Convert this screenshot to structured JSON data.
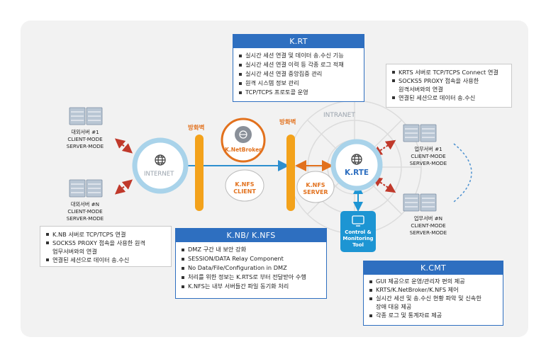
{
  "krt": {
    "title": "K.RT",
    "items": [
      "실시간 세션 연결 및 데이터 송.수신 기능",
      "실시간 세션 연결 이력 등 각종 로그 적재",
      "실시간 세션 연결 중앙집중 관리",
      "원격 시스템 정보 관리",
      "TCP/TCPS 프로토콜 운영"
    ]
  },
  "krts_note": {
    "items": [
      "KRTS 서버로 TCP/TCPS Connect 연결",
      "SOCKS5 PROXY 접속을 사용한 원격서버와의 연결",
      "연결된 세션으로 데이터 송.수신"
    ],
    "item2_line1": "SOCKS5 PROXY 접속을 사용한",
    "item2_line2": "원격서버와의 연결"
  },
  "knb_note": {
    "items": [
      "K.NB 서버로 TCP/TCPS 연결",
      "SOCKS5 PROXY 접속을 사용한 원격 업무서버와의 연결",
      "연결된 세션으로 데이터 송.수신"
    ],
    "item2_line1": "SOCKS5 PROXY 접속을 사용한 원격",
    "item2_line2": "업무서버와의 연결"
  },
  "knb": {
    "title": "K.NB/ K.NFS",
    "items": [
      "DMZ 구간 내 보안 강화",
      "SESSION/DATA Relay Component",
      "No Data/File/Configuration in DMZ",
      "처리를 위한 정보는 K.RTS로 부터 전달받아 수행",
      "K.NFS는 내부 서버들간 파일 동기화 처리"
    ]
  },
  "kcmt": {
    "title": "K.CMT",
    "items": [
      "GUI 제공으로 운영/관리자 편의 제공",
      "KRTS/K.NetBroker/K.NFS 제어",
      "실시간 세션 및 송.수신 현황 파악 및 신속한 장애 대응 제공",
      "각종 로그 및 통계자료 제공"
    ],
    "item3_line1": "실시간 세션 및 송.수신 현황 파악 및 신속한",
    "item3_line2": "장애 대응 제공"
  },
  "servers": {
    "ext1": {
      "name": "대외서버 #1",
      "mode1": "CLIENT-MODE",
      "mode2": "SERVER-MODE"
    },
    "extN": {
      "name": "대외서버 #N",
      "mode1": "CLIENT-MODE",
      "mode2": "SERVER-MODE"
    },
    "biz1": {
      "name": "업무서버 #1",
      "mode1": "CLIENT-MODE",
      "mode2": "SERVER-MODE"
    },
    "bizN": {
      "name": "업무서버 #N",
      "mode1": "CLIENT-MODE",
      "mode2": "SERVER-MODE"
    }
  },
  "labels": {
    "internet": "INTERNET",
    "intranet": "INTRANET",
    "firewall1": "방화벽",
    "firewall2": "방화벽",
    "netbroker": "K.NetBroker",
    "knfs_client_1": "K.NFS",
    "knfs_client_2": "CLIENT",
    "knfs_server_1": "K.NFS",
    "knfs_server_2": "SERVER",
    "krte": "K.RTE",
    "control_1": "Control &",
    "control_2": "Monitoring",
    "control_3": "Tool"
  },
  "colors": {
    "accent_blue": "#2e6fc0",
    "firewall_orange": "#f3a21b",
    "netbroker_orange": "#e2711d",
    "arrow_red": "#c0392b",
    "ring_blue": "#a9d3ea",
    "control_blue": "#1d95d3"
  }
}
